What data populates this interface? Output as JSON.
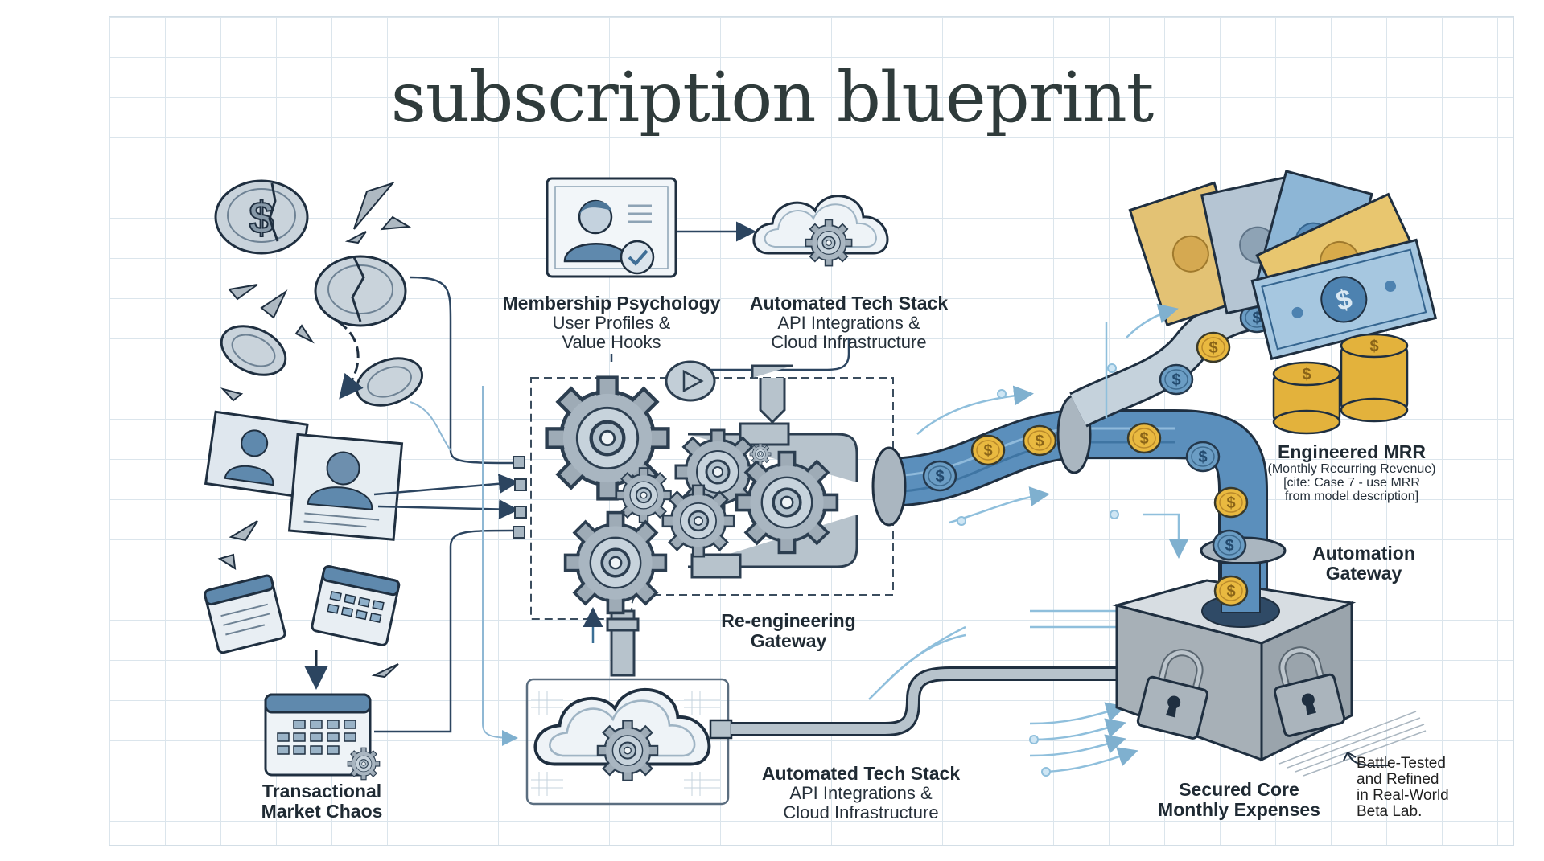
{
  "title": "subscription blueprint",
  "labels": {
    "membership": {
      "heading": "Membership Psychology",
      "line1": "User Profiles &",
      "line2": "Value Hooks"
    },
    "tech_top": {
      "heading": "Automated Tech Stack",
      "line1": "API Integrations &",
      "line2": "Cloud Infrastructure"
    },
    "reengineering": {
      "line1": "Re-engineering",
      "line2": "Gateway"
    },
    "tech_bottom": {
      "heading": "Automated Tech Stack",
      "line1": "API Integrations &",
      "line2": "Cloud Infrastructure"
    },
    "chaos": {
      "line1": "Transactional",
      "line2": "Market Chaos"
    },
    "mrr": {
      "heading": "Engineered MRR",
      "line1": "(Monthly Recurring Revenue)",
      "line2": "[cite: Case 7 - use MRR",
      "line3": "from model description]"
    },
    "automation": {
      "line1": "Automation",
      "line2": "Gateway"
    },
    "secured": {
      "line1": "Secured Core",
      "line2": "Monthly Expenses"
    },
    "battle": {
      "line1": "Battle-Tested",
      "line2": "and Refined",
      "line3": "in Real-World",
      "line4": "Beta Lab."
    }
  },
  "icons": [
    "broken-coin-icon",
    "user-profile-icon",
    "calendar-icon",
    "cloud-gear-icon",
    "gear-icon",
    "pipe-icon",
    "coin-icon",
    "banknote-icon",
    "coin-stack-icon",
    "padlock-icon",
    "vault-box-icon"
  ],
  "colors": {
    "ink": "#1f2f40",
    "blue": "#4a7fa8",
    "lightblue": "#b9d3e6",
    "gold": "#e3b23c",
    "steel": "#a9b4bc"
  }
}
